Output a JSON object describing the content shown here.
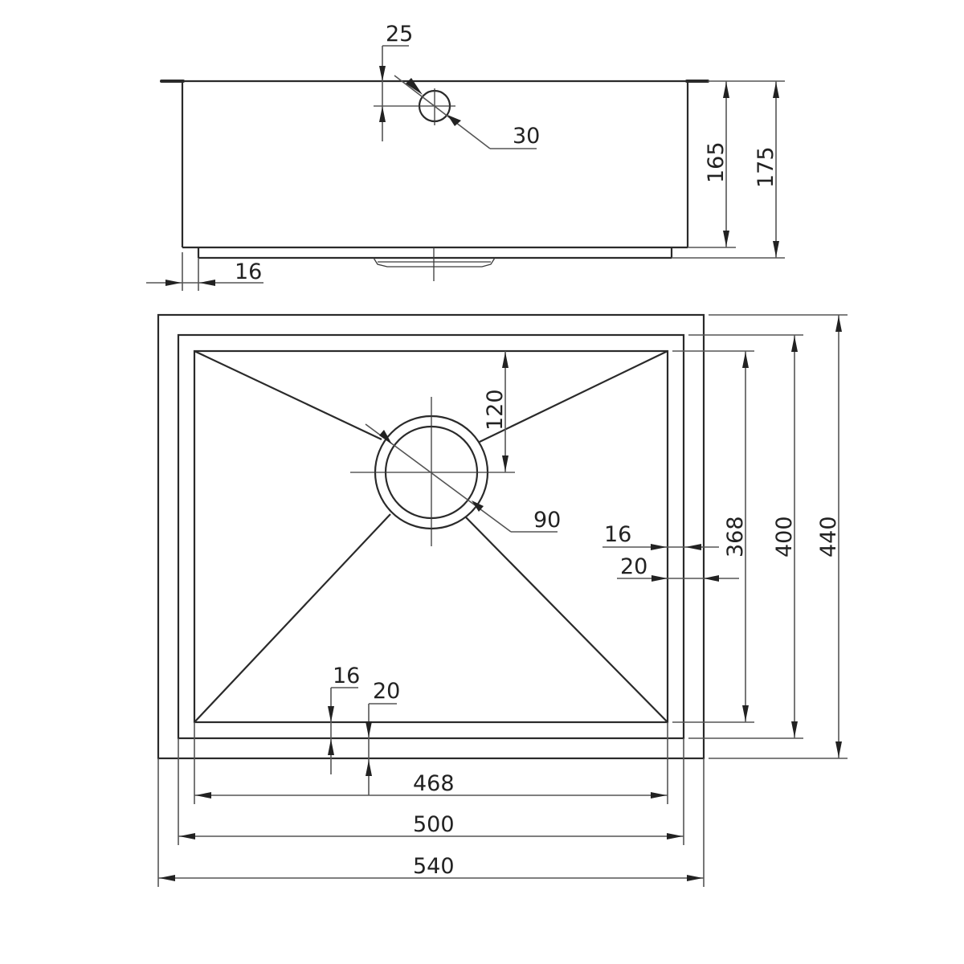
{
  "drawing": {
    "title": "Undermount kitchen sink technical drawing",
    "units": "mm",
    "line_color": "#2a2a2a",
    "background": "#ffffff"
  },
  "side_view": {
    "dimensions": {
      "tap_hole_offset": "25",
      "tap_hole_diameter": "30",
      "inner_depth": "165",
      "overall_depth": "175",
      "flange_width": "16"
    }
  },
  "top_view": {
    "dimensions": {
      "drain_offset": "120",
      "drain_diameter": "90",
      "right_flange_inner": "16",
      "right_flange_outer": "20",
      "bottom_flange_inner": "16",
      "bottom_flange_outer": "20",
      "bowl_width": "468",
      "inner_width": "500",
      "overall_width": "540",
      "bowl_length": "368",
      "inner_length": "400",
      "overall_length": "440"
    }
  }
}
